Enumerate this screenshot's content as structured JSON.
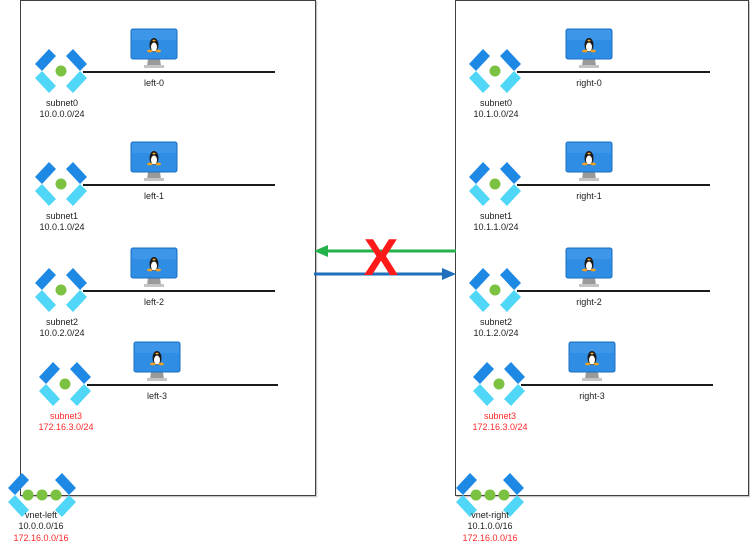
{
  "colors": {
    "icon_dark_blue": "#1e88e5",
    "icon_light_blue": "#50d6f7",
    "dot_green": "#7cc242",
    "vm_blue": "#2f8de4",
    "arrow_green": "#23b24b",
    "arrow_blue": "#1f6fbd",
    "blocked_red": "#ff1a1a",
    "overlap_text_red": "#ff2a2a"
  },
  "vnets": [
    {
      "side": "left",
      "name": "vnet-left",
      "address_spaces": [
        "10.0.0.0/16",
        "172.16.0.0/16"
      ],
      "overlapping_space": "172.16.0.0/16",
      "subnets": [
        {
          "name": "subnet0",
          "prefix": "10.0.0.0/24",
          "vm": "left-0",
          "overlap": false
        },
        {
          "name": "subnet1",
          "prefix": "10.0.1.0/24",
          "vm": "left-1",
          "overlap": false
        },
        {
          "name": "subnet2",
          "prefix": "10.0.2.0/24",
          "vm": "left-2",
          "overlap": false
        },
        {
          "name": "subnet3",
          "prefix": "172.16.3.0/24",
          "vm": "left-3",
          "overlap": true
        }
      ]
    },
    {
      "side": "right",
      "name": "vnet-right",
      "address_spaces": [
        "10.1.0.0/16",
        "172.16.0.0/16"
      ],
      "overlapping_space": "172.16.0.0/16",
      "subnets": [
        {
          "name": "subnet0",
          "prefix": "10.1.0.0/24",
          "vm": "right-0",
          "overlap": false
        },
        {
          "name": "subnet1",
          "prefix": "10.1.1.0/24",
          "vm": "right-1",
          "overlap": false
        },
        {
          "name": "subnet2",
          "prefix": "10.1.2.0/24",
          "vm": "right-2",
          "overlap": false
        },
        {
          "name": "subnet3",
          "prefix": "172.16.3.0/24",
          "vm": "right-3",
          "overlap": true
        }
      ]
    }
  ],
  "peering": {
    "right_to_left": {
      "direction": "right-to-left",
      "status": "blocked"
    },
    "left_to_right": {
      "direction": "left-to-right",
      "status": "allowed"
    },
    "blocked_mark": "X"
  },
  "icons": {
    "subnet": "subnet-icon",
    "vnet": "vnet-icon",
    "vm": "linux-vm-icon"
  }
}
